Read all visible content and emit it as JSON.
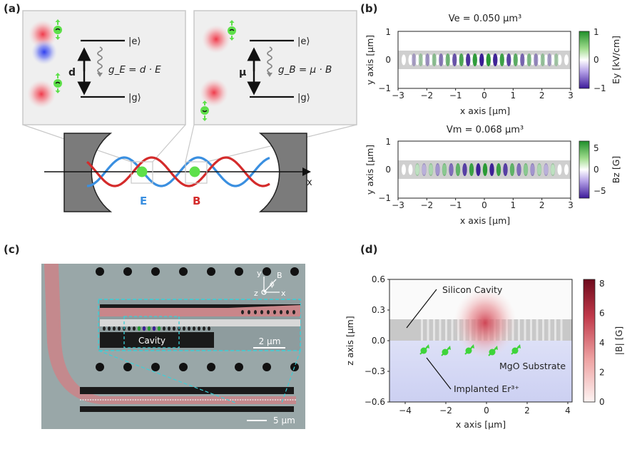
{
  "panels": {
    "a": {
      "label": "(a)",
      "e_ket": "|e⟩",
      "g_ket": "|g⟩",
      "gE": "g_E = d · E",
      "gB": "g_B = μ · B",
      "d": "d",
      "mu": "μ",
      "E": "E",
      "B": "B",
      "x": "x",
      "colors": {
        "E": "#3a8fe0",
        "B": "#d42b2b",
        "dot": "#5ee04a"
      }
    },
    "b": {
      "label": "(b)",
      "top_title": "Ve = 0.050 μm³",
      "bottom_title": "Vm = 0.068 μm³",
      "ylabel": "y axis [μm]",
      "xlabel": "x axis [μm]",
      "top_cbar_label": "Ey [kV/cm]",
      "bottom_cbar_label": "Bz [G]",
      "xticks": [
        "−3",
        "−2",
        "−1",
        "0",
        "1",
        "2",
        "3"
      ],
      "yticks": [
        "1",
        "0",
        "−1"
      ],
      "top_cbar_ticks": [
        "1",
        "0",
        "−1"
      ],
      "bottom_cbar_ticks": [
        "5",
        "0",
        "−5"
      ]
    },
    "c": {
      "label": "(c)",
      "cavity": "Cavity",
      "scale1": "2 μm",
      "scale2": "5 μm",
      "axis_y": "y",
      "axis_z": "z",
      "axis_x": "x",
      "axis_B": "B",
      "axis_phi": "ϕ"
    },
    "d": {
      "label": "(d)",
      "ylabel": "z axis [μm]",
      "xlabel": "x axis [μm]",
      "cbar_label": "|B| [G]",
      "silicon": "Silicon Cavity",
      "mgo": "MgO Substrate",
      "er": "Implanted Er³⁺",
      "xticks": [
        "−4",
        "−2",
        "0",
        "2",
        "4"
      ],
      "yticks": [
        "0.6",
        "0.3",
        "0.0",
        "−0.3",
        "−0.6"
      ],
      "cbar_ticks": [
        "8",
        "6",
        "4",
        "2",
        "0"
      ]
    }
  }
}
